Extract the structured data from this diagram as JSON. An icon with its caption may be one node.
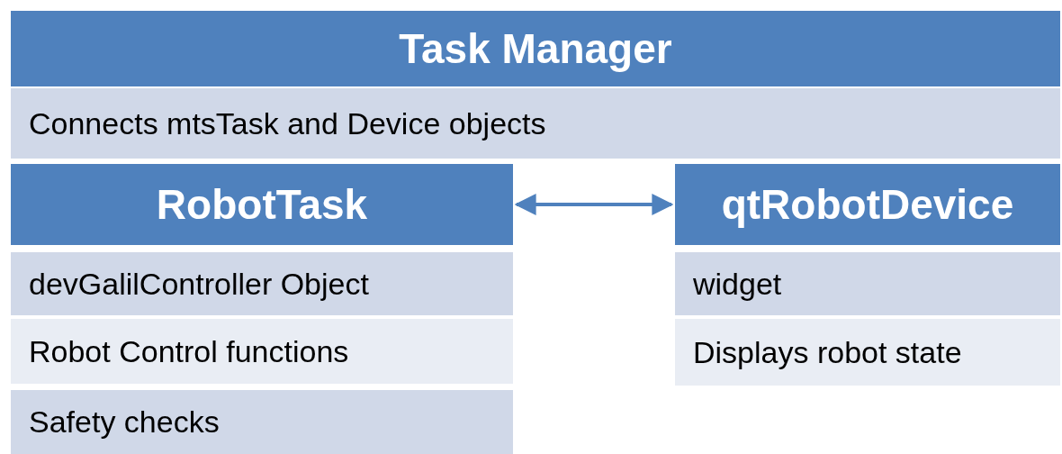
{
  "diagram": {
    "nodes": [
      {
        "text": [
          "Task Manager"
        ]
      },
      {
        "text": [
          "Connects mtsTask and Device objects"
        ]
      },
      {
        "text": [
          "RobotTask"
        ]
      },
      {
        "text": [
          "devGalilController Object"
        ]
      },
      {
        "text": [
          "Robot Control functions"
        ]
      },
      {
        "text": [
          "Safety checks"
        ]
      },
      {
        "text": [
          "qtRobotDevice"
        ]
      },
      {
        "text": [
          "widget"
        ]
      },
      {
        "text": [
          "Displays robot state"
        ]
      }
    ],
    "edges": [
      {
        "from": 2,
        "to": 6,
        "arrow": "both"
      }
    ]
  }
}
